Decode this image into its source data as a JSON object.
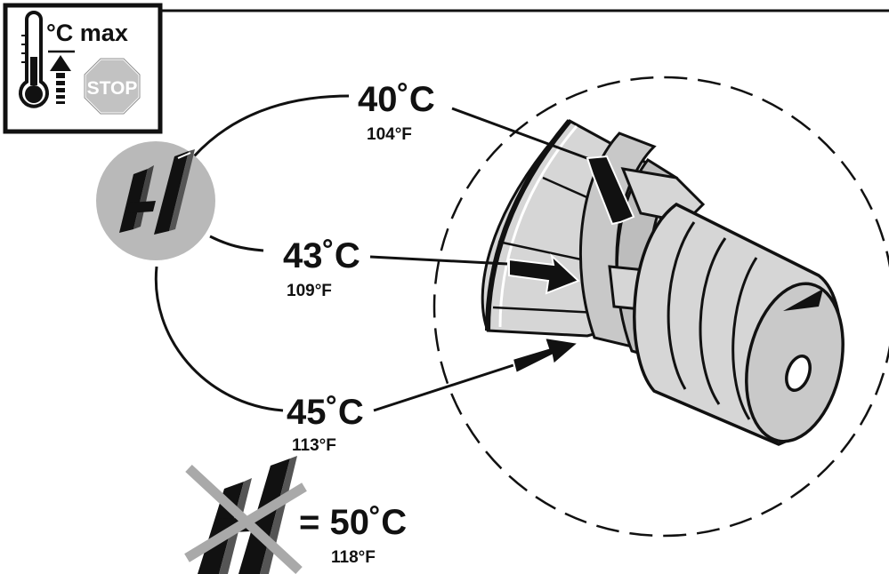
{
  "header_box": {
    "unit_label": "°C max",
    "stop_text": "STOP"
  },
  "callouts": [
    {
      "celsius": "40˚C",
      "fahrenheit": "104°F"
    },
    {
      "celsius": "43˚C",
      "fahrenheit": "109°F"
    },
    {
      "celsius": "45˚C",
      "fahrenheit": "113°F"
    }
  ],
  "limit": {
    "celsius": "= 50˚C",
    "fahrenheit": "118°F"
  },
  "colors": {
    "ink": "#111111",
    "grey": "#b9b9b9",
    "light_grey": "#d6d6d6",
    "stop_grey": "#c2c2c2"
  },
  "icons": [
    "thermometer-icon",
    "up-arrow-icon",
    "stop-sign-icon",
    "bristle-indicator-icon",
    "crossed-indicator-icon",
    "magnified-part-illustration"
  ]
}
